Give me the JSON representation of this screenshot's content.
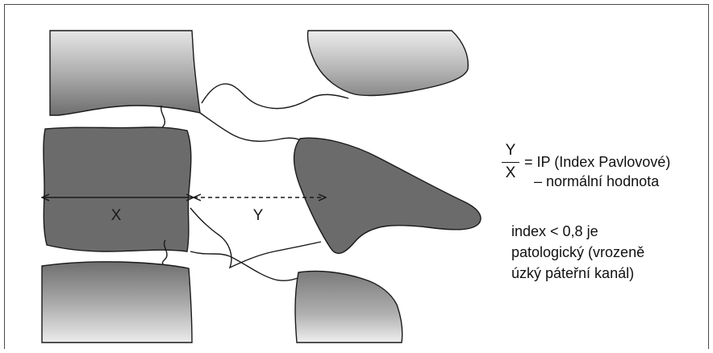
{
  "labels": {
    "x": "X",
    "y": "Y"
  },
  "formula": {
    "numerator": "Y",
    "denominator": "X",
    "result": "= IP (Index Pavlovové)",
    "note": "– normální hodnota"
  },
  "index_note": {
    "line1": "index < 0,8 je",
    "line2": "patologický (vrozeně",
    "line3": "úzký páteřní kanál)"
  },
  "colors": {
    "bone_dark": "#6b6b6b",
    "bone_light": "#9c9c9c",
    "outline": "#1a1a1a",
    "frame": "#4a4a4a"
  }
}
